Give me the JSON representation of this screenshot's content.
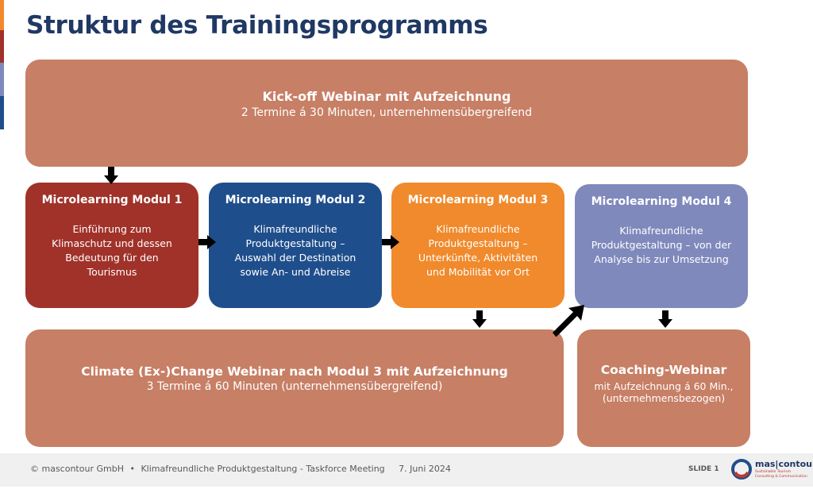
{
  "title": "Struktur des Trainingsprogramms",
  "colors": {
    "title": "#1f3864",
    "webinar": "#c77f65",
    "module1": "#a0322a",
    "module2": "#1f4e8c",
    "module3": "#f08a2c",
    "module4": "#7f89bc",
    "arrow": "#000000"
  },
  "kickoff": {
    "heading": "Kick-off Webinar mit Aufzeichnung",
    "body": "2 Termine á 30 Minuten, unternehmensübergreifend"
  },
  "modules": [
    {
      "heading": "Microlearning Modul 1",
      "lines": [
        "Einführung zum",
        "Klimaschutz und dessen",
        "Bedeutung für den",
        "Tourismus"
      ]
    },
    {
      "heading": "Microlearning Modul 2",
      "lines": [
        "Klimafreundliche",
        "Produktgestaltung –",
        "Auswahl der Destination",
        "sowie An- und Abreise"
      ]
    },
    {
      "heading": "Microlearning Modul 3",
      "lines": [
        "Klimafreundliche",
        "Produktgestaltung –",
        "Unterkünfte, Aktivitäten",
        "und Mobilität vor Ort"
      ]
    },
    {
      "heading": "Microlearning Modul 4",
      "lines": [
        "Klimafreundliche",
        "Produktgestaltung – von der",
        "Analyse bis zur Umsetzung"
      ]
    }
  ],
  "climate": {
    "heading": "Climate (Ex-)Change Webinar nach Modul 3 mit Aufzeichnung",
    "body": "3 Termine á 60 Minuten (unternehmensübergreifend)"
  },
  "coaching": {
    "heading": "Coaching-Webinar",
    "lines": [
      "mit Aufzeichnung á 60 Min.,",
      "(unternehmensbezogen)"
    ]
  },
  "footer": {
    "copyright": "© mascontour GmbH",
    "bullet": "•",
    "subject": "Klimafreundliche Produktgestaltung - Taskforce Meeting",
    "date": "7. Juni 2024",
    "slide_label": "SLIDE 1",
    "logo_text": "mas|contour",
    "logo_sub_1": "Sustainable Tourism",
    "logo_sub_2": "Consulting & Communication"
  }
}
